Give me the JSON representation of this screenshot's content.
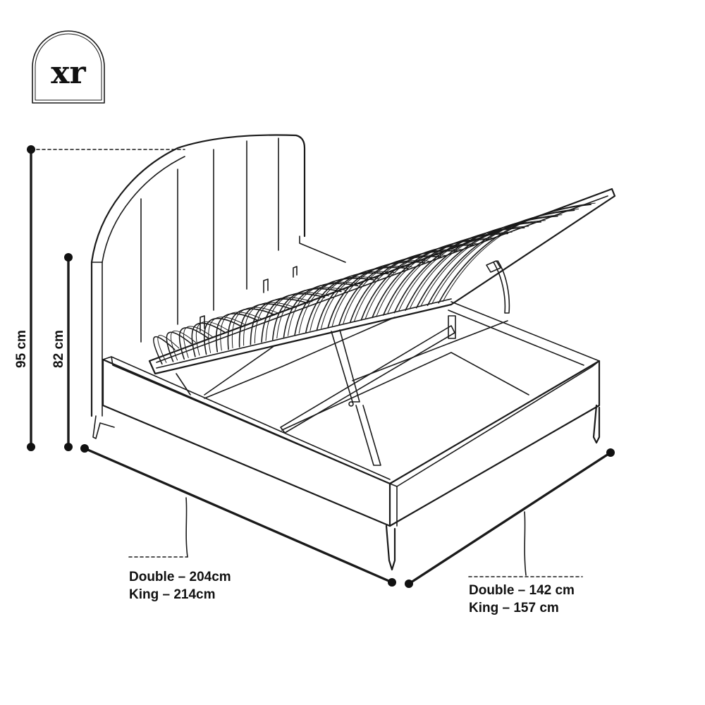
{
  "brand": {
    "logo_text": "xr"
  },
  "dimensions": {
    "total_height": "95 cm",
    "base_height": "82 cm",
    "length_lines": [
      "Double – 204cm",
      "King – 214cm"
    ],
    "width_lines": [
      "Double – 142 cm",
      "King – 157 cm"
    ]
  },
  "colors": {
    "ink": "#1a1a1a",
    "background": "#ffffff"
  }
}
